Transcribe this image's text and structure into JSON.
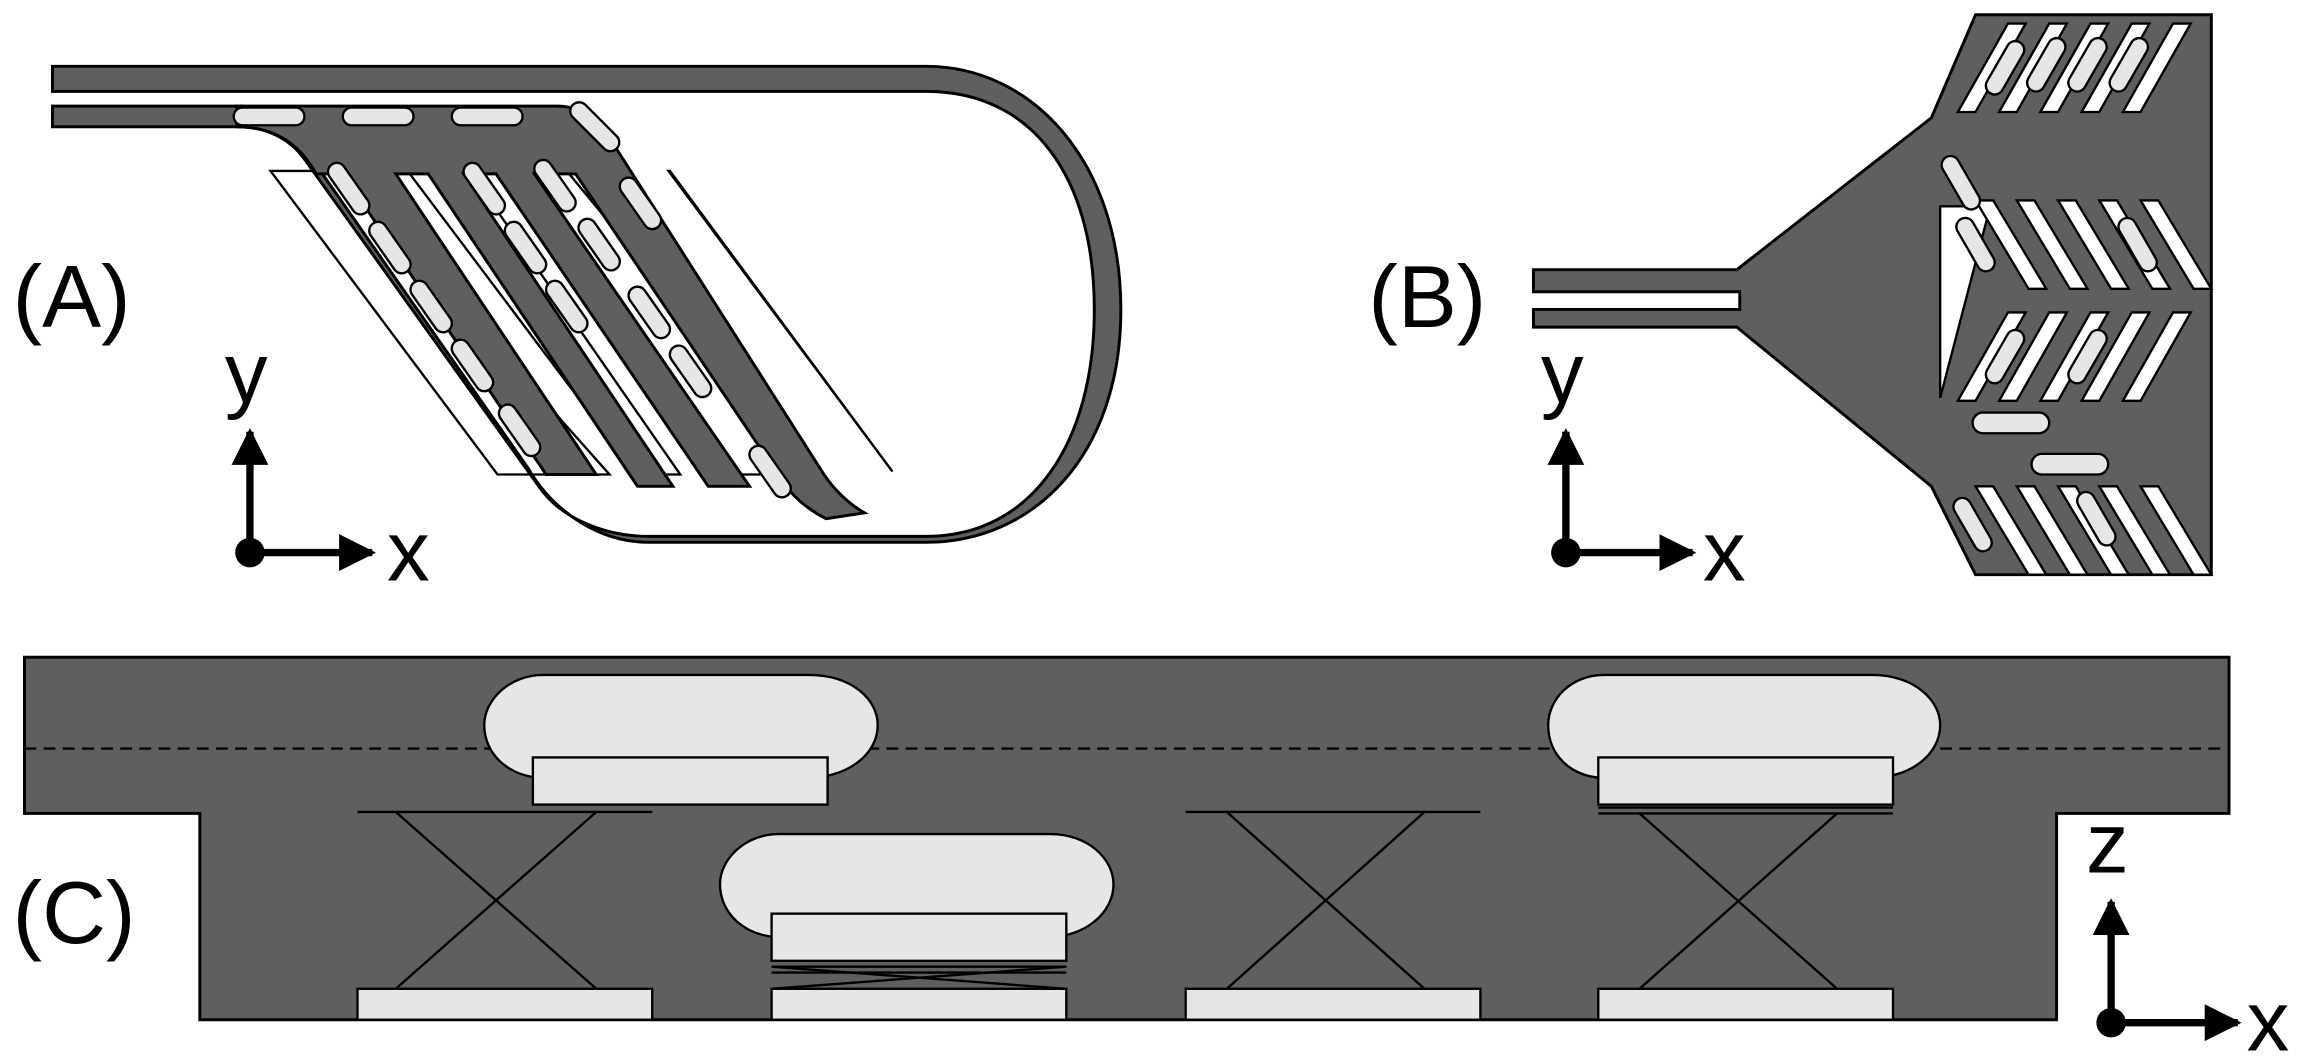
{
  "panels": {
    "a": {
      "label": "(A)",
      "axis_x": "x",
      "axis_y": "y"
    },
    "b": {
      "label": "(B)",
      "axis_x": "x",
      "axis_y": "y"
    },
    "c": {
      "label": "(C)",
      "axis_x": "x",
      "axis_z": "z"
    }
  },
  "colors": {
    "channel": "#5f5f5f",
    "capsule": "#e6e6e6",
    "outline": "#000000",
    "background": "#ffffff"
  },
  "icons": [
    "axis-arrow-icon",
    "capsule-icon",
    "cross-support-icon"
  ]
}
